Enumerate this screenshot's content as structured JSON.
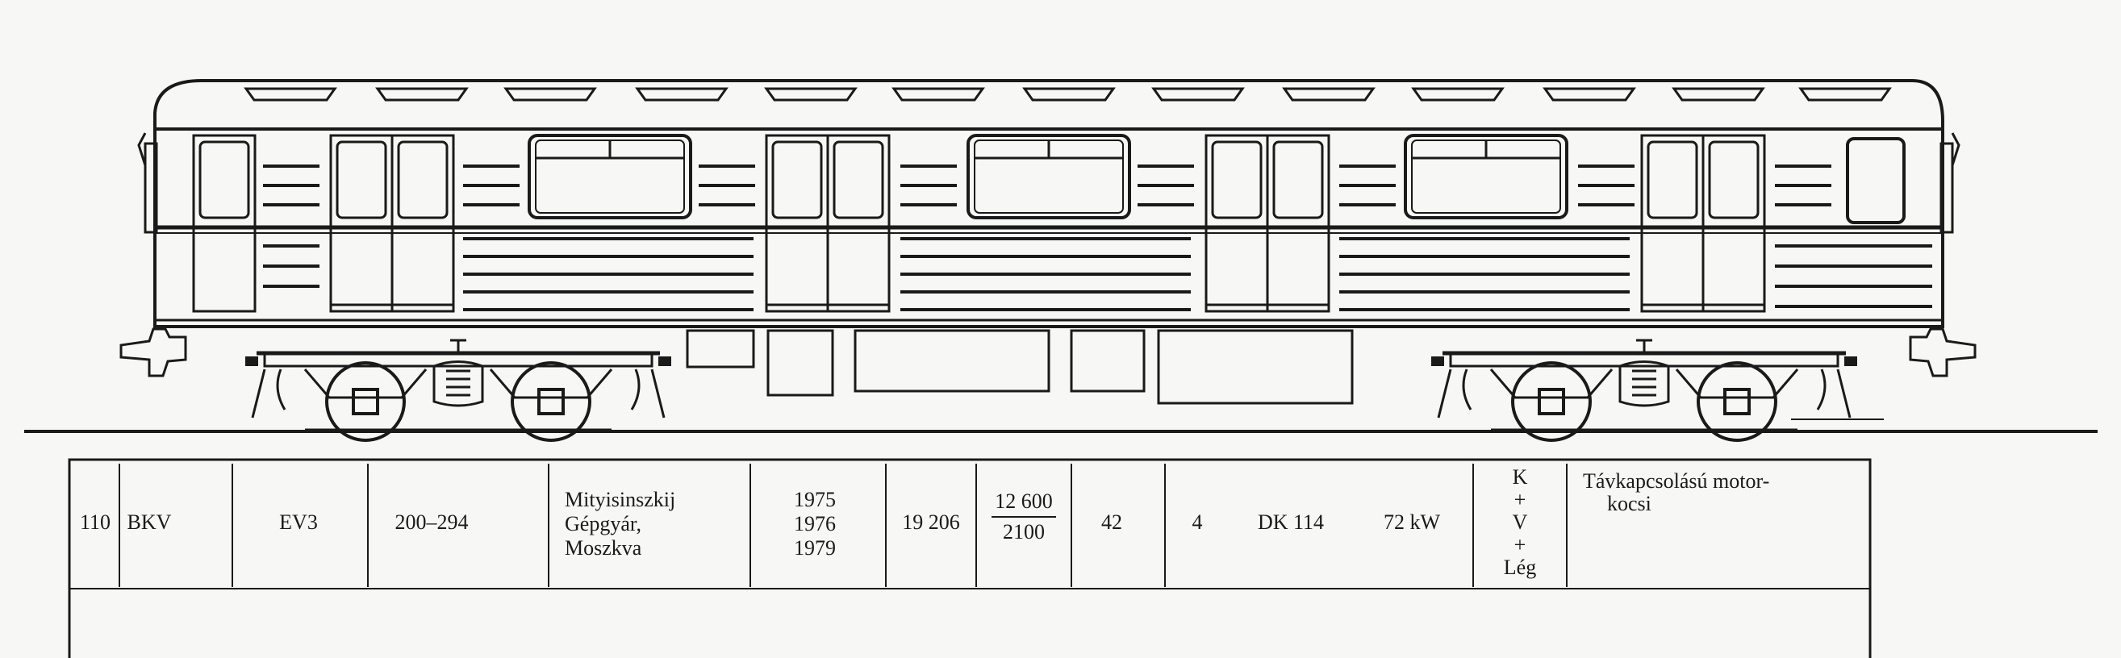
{
  "row": {
    "number": "110",
    "operator": "BKV",
    "type": "EV3",
    "numbers": "200–294",
    "manufacturer": [
      "Mityisinszkij",
      "Gépgyár,",
      "Moszkva"
    ],
    "years": [
      "1975",
      "1976",
      "1979"
    ],
    "length": "19 206",
    "fraction_top": "12 600",
    "fraction_bottom": "2100",
    "seats": "42",
    "motors": "4",
    "motor_type": "DK 114",
    "power": "72 kW",
    "brakes": [
      "K",
      "+",
      "V",
      "+",
      "Lég"
    ],
    "remarks": [
      "Távkapcsolású motor-",
      "kocsi"
    ]
  }
}
